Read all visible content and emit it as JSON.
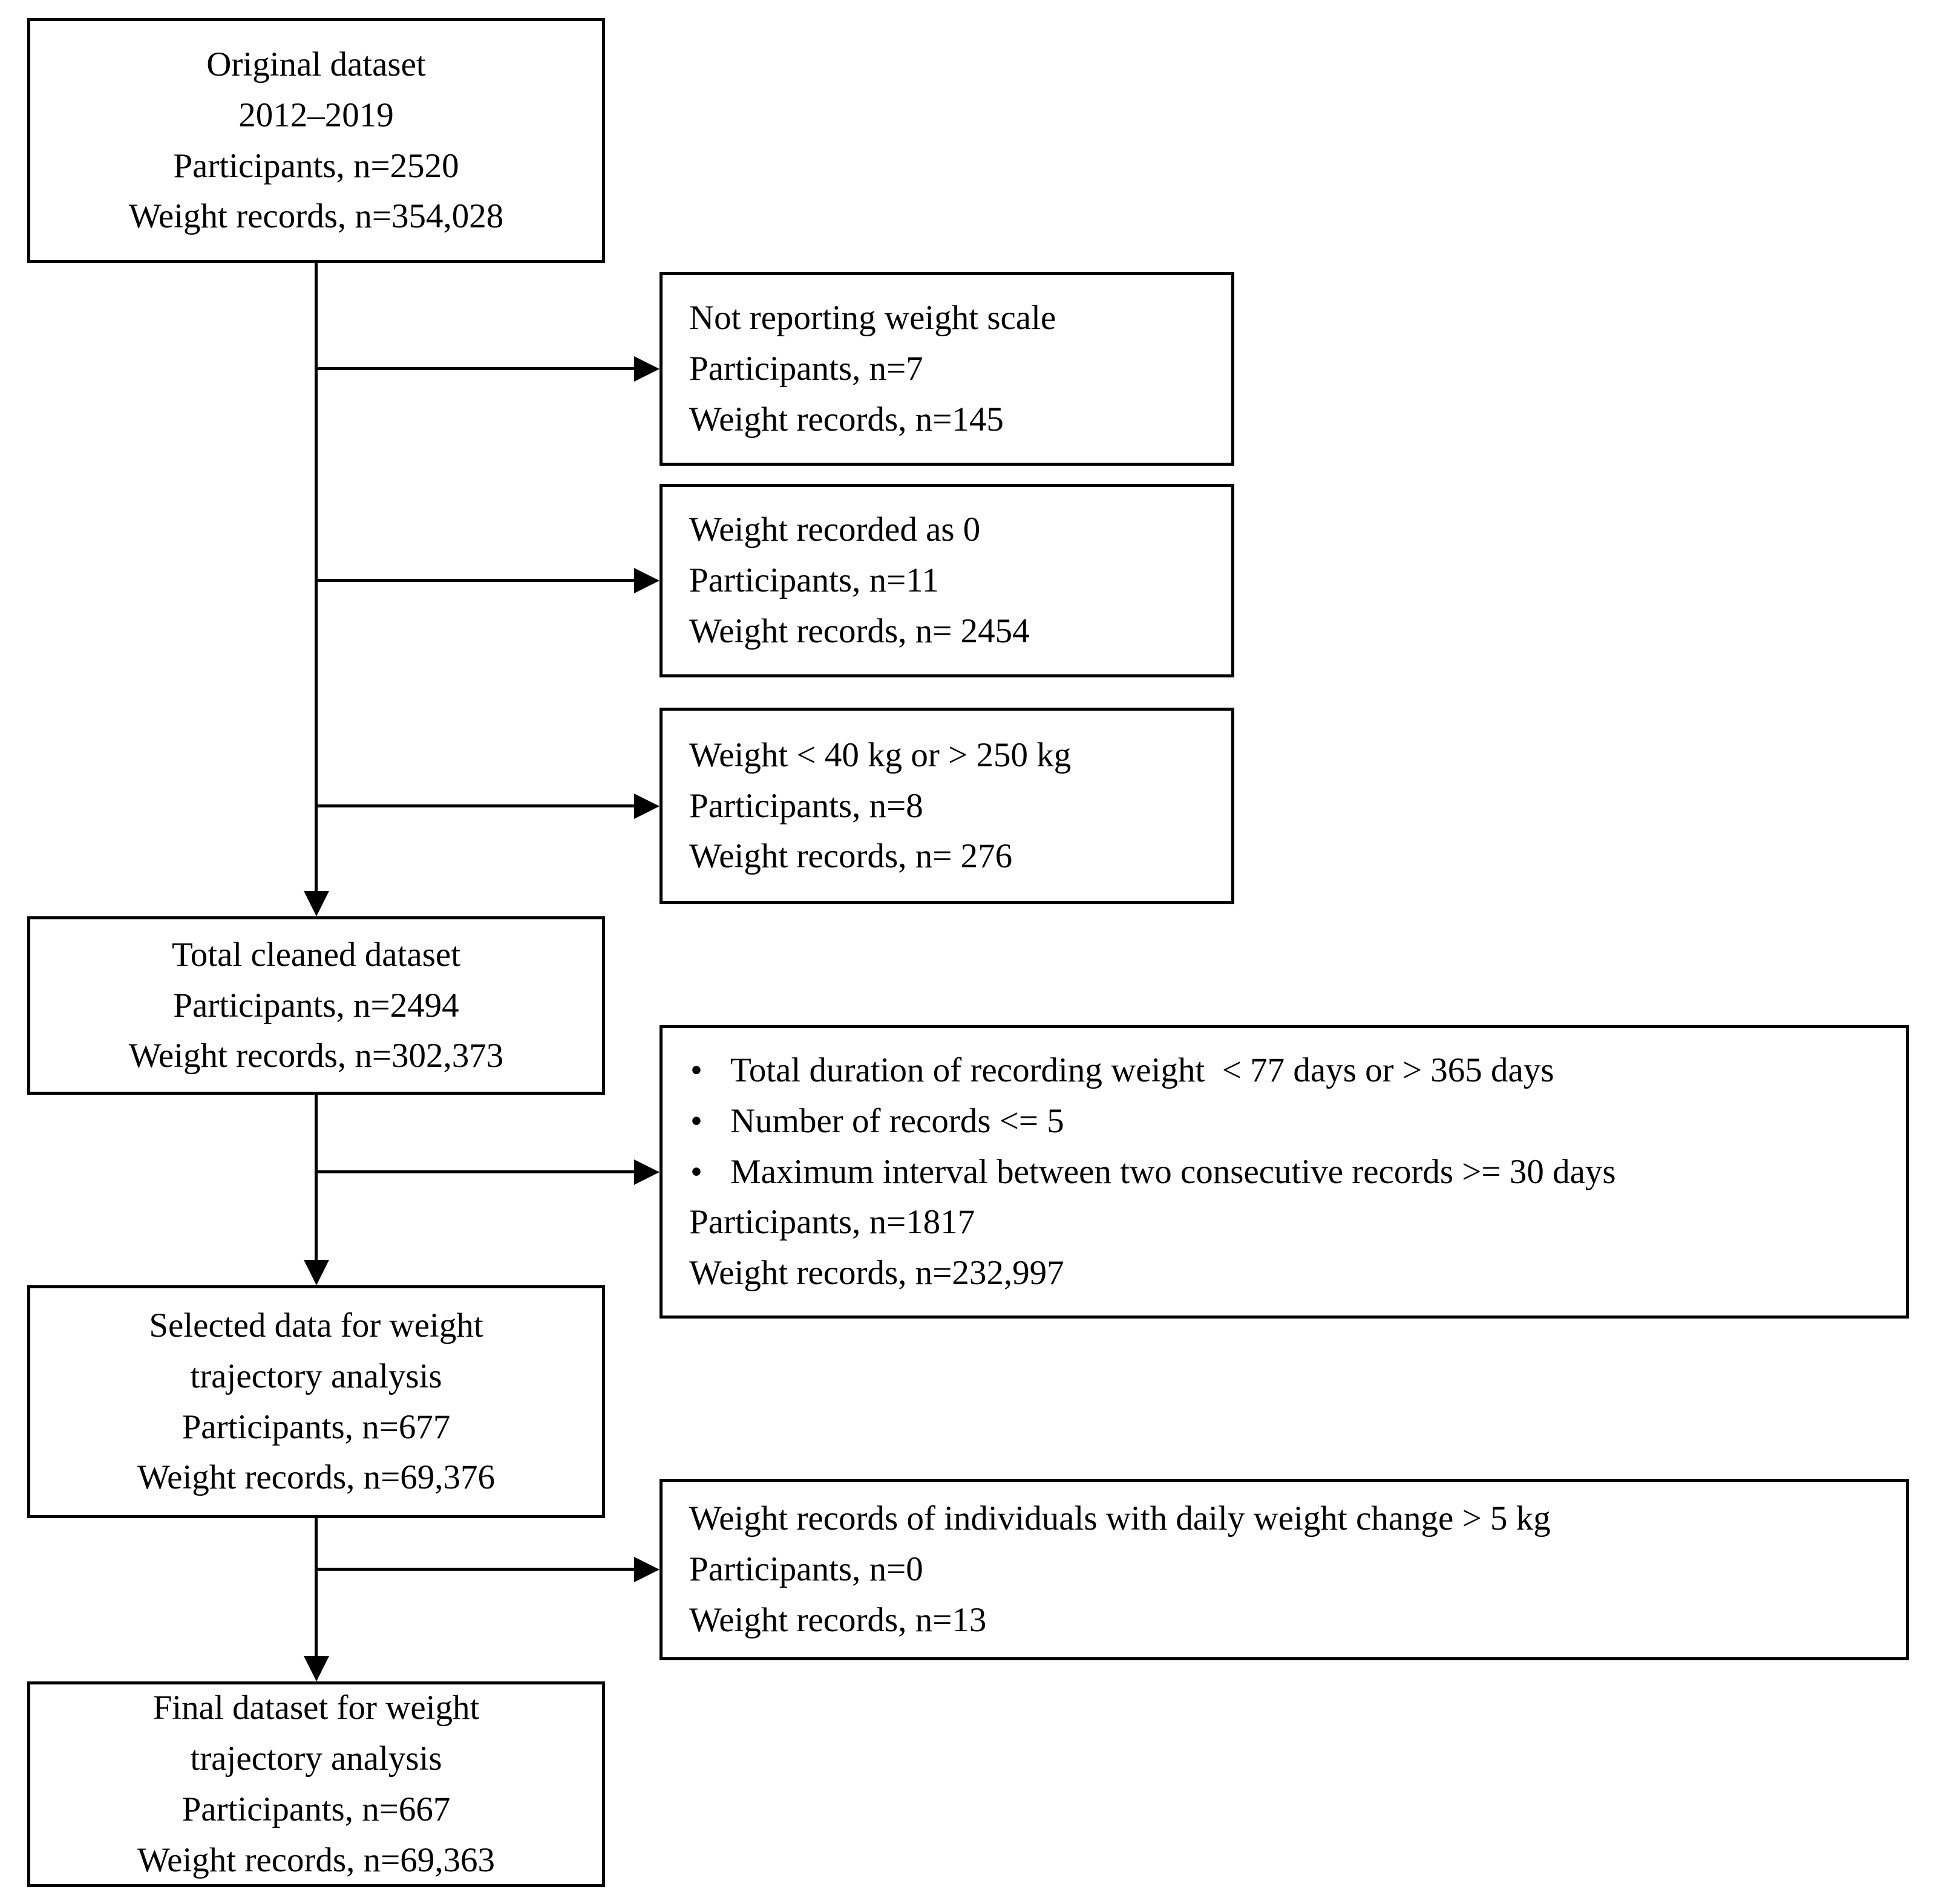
{
  "diagram_title": "Participant and weight-record selection flowchart",
  "colors": {
    "border": "#000000",
    "text": "#000000",
    "background": "#ffffff"
  },
  "boxes": {
    "original": {
      "lines": [
        "Original dataset",
        "2012–2019",
        "Participants, n=2520",
        "Weight records, n=354,028"
      ]
    },
    "excl_scale": {
      "lines": [
        "Not reporting weight scale",
        "Participants, n=7",
        "Weight records, n=145"
      ]
    },
    "excl_zero": {
      "lines": [
        "Weight recorded as 0",
        "Participants, n=11",
        "Weight records, n= 2454"
      ]
    },
    "excl_range": {
      "lines": [
        "Weight < 40 kg or > 250 kg",
        "Participants, n=8",
        "Weight records, n= 276"
      ]
    },
    "cleaned": {
      "lines": [
        "Total cleaned dataset",
        "Participants, n=2494",
        "Weight records, n=302,373"
      ]
    },
    "criteria": {
      "bullet_glyph": "•",
      "bullets": [
        "Total duration of recording weight  < 77 days or > 365 days",
        "Number of records <= 5",
        "Maximum interval between two consecutive records >= 30 days"
      ],
      "lines": [
        "Participants, n=1817",
        "Weight records, n=232,997"
      ]
    },
    "selected": {
      "lines": [
        "Selected data for weight",
        "trajectory analysis",
        "Participants, n=677",
        "Weight records, n=69,376"
      ]
    },
    "excl_daily": {
      "lines": [
        "Weight records of individuals with daily weight change > 5 kg",
        "Participants, n=0",
        "Weight records, n=13"
      ]
    },
    "final": {
      "lines": [
        "Final dataset for weight",
        "trajectory analysis",
        "Participants, n=667",
        "Weight records, n=69,363"
      ]
    }
  }
}
